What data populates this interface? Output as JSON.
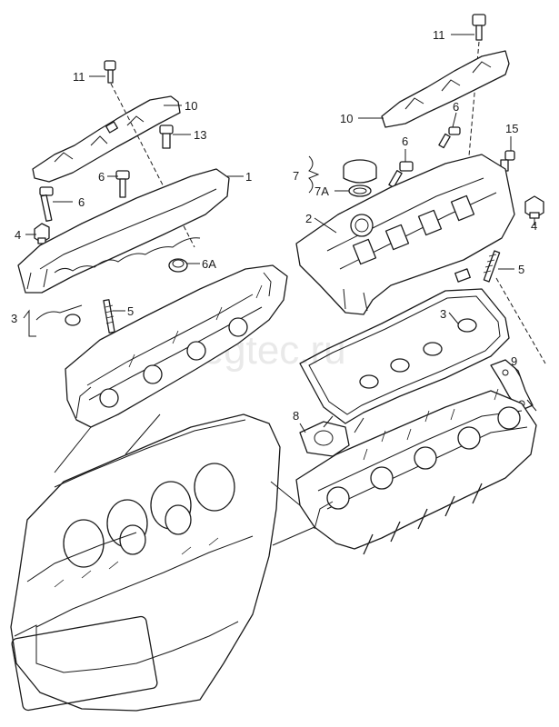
{
  "watermark": "megtec.ru",
  "callouts": {
    "c1": "1",
    "c2": "2",
    "c3_left": "3",
    "c3_right": "3",
    "c4_left": "4",
    "c4_right": "4",
    "c5_left": "5",
    "c5_right": "5",
    "c6_left_top": "6",
    "c6_left_mid": "6",
    "c6A": "6A",
    "c6_right_top": "6",
    "c6_right_mid": "6",
    "c7": "7",
    "c7A": "7A",
    "c8": "8",
    "c9": "9",
    "c10_left": "10",
    "c10_right": "10",
    "c11_left": "11",
    "c11_right": "11",
    "c13": "13",
    "c15": "15"
  }
}
